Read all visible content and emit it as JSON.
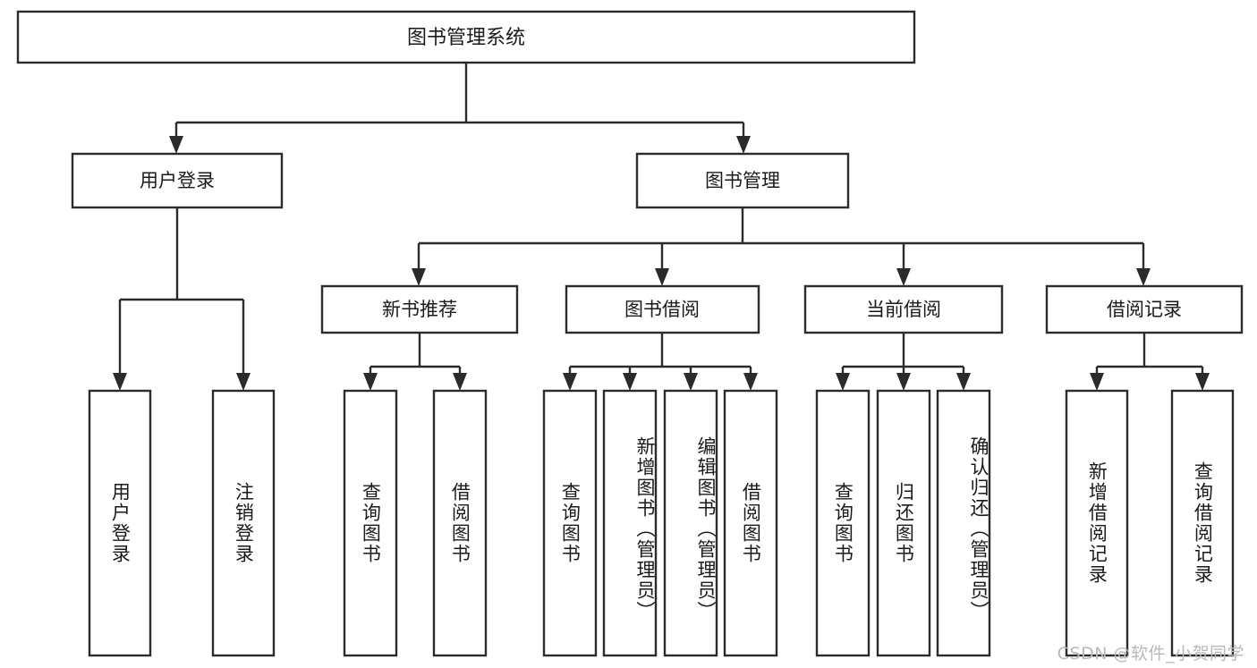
{
  "diagram": {
    "title": "图书管理系统",
    "type": "tree",
    "orientation": "top-down",
    "colors": {
      "box_stroke": "#2b2b2b",
      "box_fill": "#ffffff",
      "connector": "#2b2b2b",
      "text": "#1a1a1a",
      "background": "#ffffff",
      "watermark": "#b9b9b9"
    }
  },
  "root": {
    "label": "图书管理系统"
  },
  "level2": [
    {
      "id": "user-login",
      "label": "用户登录"
    },
    {
      "id": "book-manage",
      "label": "图书管理"
    }
  ],
  "level3": [
    {
      "id": "new-book-recommend",
      "label": "新书推荐",
      "parent": "book-manage"
    },
    {
      "id": "book-borrow",
      "label": "图书借阅",
      "parent": "book-manage"
    },
    {
      "id": "current-borrow",
      "label": "当前借阅",
      "parent": "book-manage"
    },
    {
      "id": "borrow-record",
      "label": "借阅记录",
      "parent": "book-manage"
    }
  ],
  "leaves": {
    "user-login": [
      {
        "id": "leaf-user-login",
        "label": "用户登录"
      },
      {
        "id": "leaf-user-logout",
        "label": "注销登录"
      }
    ],
    "new-book-recommend": [
      {
        "id": "leaf-query-book-1",
        "label": "查询图书"
      },
      {
        "id": "leaf-borrow-book-1",
        "label": "借阅图书"
      }
    ],
    "book-borrow": [
      {
        "id": "leaf-query-book-2",
        "label": "查询图书"
      },
      {
        "id": "leaf-add-book",
        "label": "新增图书（管理员）"
      },
      {
        "id": "leaf-edit-book",
        "label": "编辑图书（管理员）"
      },
      {
        "id": "leaf-borrow-book-2",
        "label": "借阅图书"
      }
    ],
    "current-borrow": [
      {
        "id": "leaf-query-book-3",
        "label": "查询图书"
      },
      {
        "id": "leaf-return-book",
        "label": "归还图书"
      },
      {
        "id": "leaf-confirm-return",
        "label": "确认归还（管理员）"
      }
    ],
    "borrow-record": [
      {
        "id": "leaf-add-record",
        "label": "新增借阅记录"
      },
      {
        "id": "leaf-query-record",
        "label": "查询借阅记录"
      }
    ]
  },
  "watermark": {
    "text": "CSDN @软件_小贺同学"
  }
}
